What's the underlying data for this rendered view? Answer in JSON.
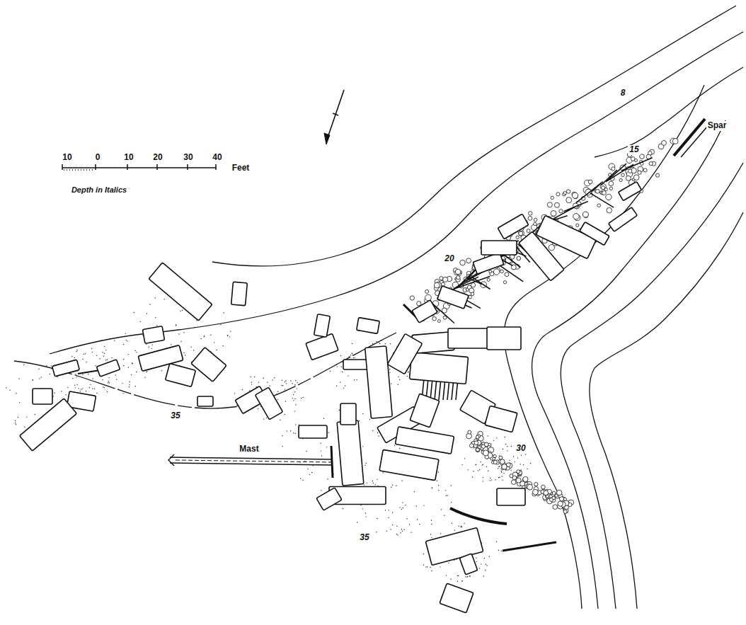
{
  "diagram": {
    "labels": [
      "10",
      "0",
      "10",
      "20",
      "30",
      "40",
      "Feet",
      "Depth in Italics",
      "8",
      "15",
      "20",
      "35",
      "30",
      "35",
      "Mast",
      "Spar"
    ]
  }
}
